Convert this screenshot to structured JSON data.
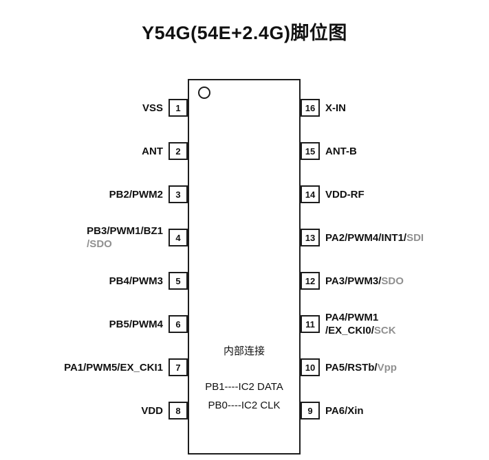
{
  "title": "Y54G(54E+2.4G)脚位图",
  "colors": {
    "outline": "#1c1c1c",
    "text": "#111111",
    "alt_function_gray": "#909090"
  },
  "chip": {
    "internal_title": "内部连接",
    "internal_lines": [
      "PB1----IC2 DATA",
      "PB0----IC2 CLK"
    ]
  },
  "left_pins": [
    {
      "num": "1",
      "l1": "VSS",
      "l1g": "",
      "l2": "",
      "l2g": ""
    },
    {
      "num": "2",
      "l1": "ANT",
      "l1g": "",
      "l2": "",
      "l2g": ""
    },
    {
      "num": "3",
      "l1": "PB2/PWM2",
      "l1g": "",
      "l2": "",
      "l2g": ""
    },
    {
      "num": "4",
      "l1": "PB3/PWM1/BZ1",
      "l1g": "",
      "l2": "",
      "l2g": "/SDO"
    },
    {
      "num": "5",
      "l1": "PB4/PWM3",
      "l1g": "",
      "l2": "",
      "l2g": ""
    },
    {
      "num": "6",
      "l1": "PB5/PWM4",
      "l1g": "",
      "l2": "",
      "l2g": ""
    },
    {
      "num": "7",
      "l1": "PA1/PWM5/EX_CKI1",
      "l1g": "",
      "l2": "",
      "l2g": ""
    },
    {
      "num": "8",
      "l1": "VDD",
      "l1g": "",
      "l2": "",
      "l2g": ""
    }
  ],
  "right_pins": [
    {
      "num": "16",
      "l1": "X-IN",
      "l1g": "",
      "l2": "",
      "l2g": ""
    },
    {
      "num": "15",
      "l1": "ANT-B",
      "l1g": "",
      "l2": "",
      "l2g": ""
    },
    {
      "num": "14",
      "l1": "VDD-RF",
      "l1g": "",
      "l2": "",
      "l2g": ""
    },
    {
      "num": "13",
      "l1": "PA2/PWM4/INT1/",
      "l1g": "SDI",
      "l2": "",
      "l2g": ""
    },
    {
      "num": "12",
      "l1": "PA3/PWM3/",
      "l1g": "SDO",
      "l2": "",
      "l2g": ""
    },
    {
      "num": "11",
      "l1": "PA4/PWM1",
      "l1g": "",
      "l2": "/EX_CKI0/",
      "l2g": "SCK"
    },
    {
      "num": "10",
      "l1": "PA5/RSTb/",
      "l1g": "Vpp",
      "l2": "",
      "l2g": ""
    },
    {
      "num": "9",
      "l1": "PA6/Xin",
      "l1g": "",
      "l2": "",
      "l2g": ""
    }
  ]
}
